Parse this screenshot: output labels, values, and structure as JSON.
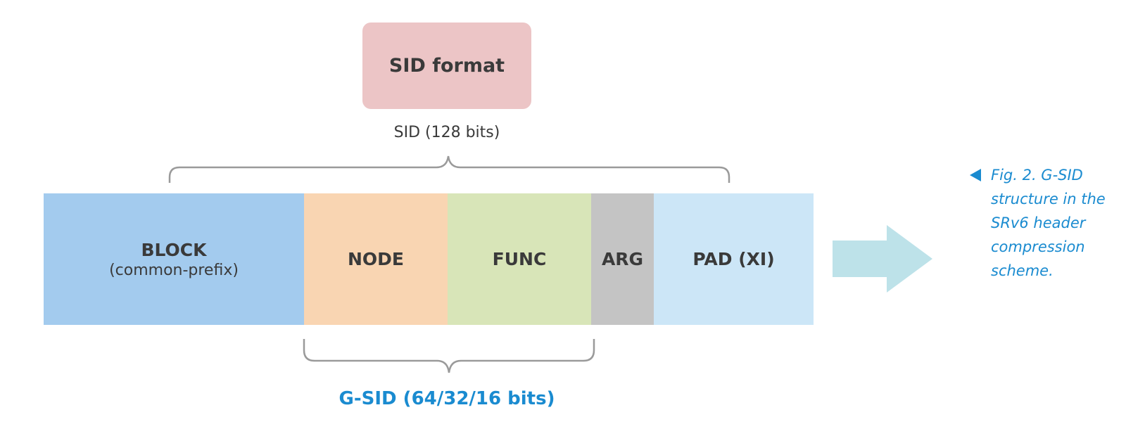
{
  "title": "SID format",
  "sid_label": "SID (128 bits)",
  "segments": [
    {
      "label": "BLOCK",
      "sublabel": "(common-prefix)"
    },
    {
      "label": "NODE"
    },
    {
      "label": "FUNC"
    },
    {
      "label": "ARG"
    },
    {
      "label": "PAD (XI)"
    }
  ],
  "gsid_label": "G-SID (64/32/16 bits)",
  "caption": "Fig. 2. G-SID structure in the SRv6 header compression scheme.",
  "colors": {
    "title_box": "#ecc5c6",
    "block": "#a3cbee",
    "node": "#f9d5b2",
    "func": "#d8e5b8",
    "arg": "#c4c4c4",
    "pad": "#cce6f7",
    "brace": "#9a9a9a",
    "arrow": "#bde2e9",
    "accent": "#1a8bd0"
  }
}
